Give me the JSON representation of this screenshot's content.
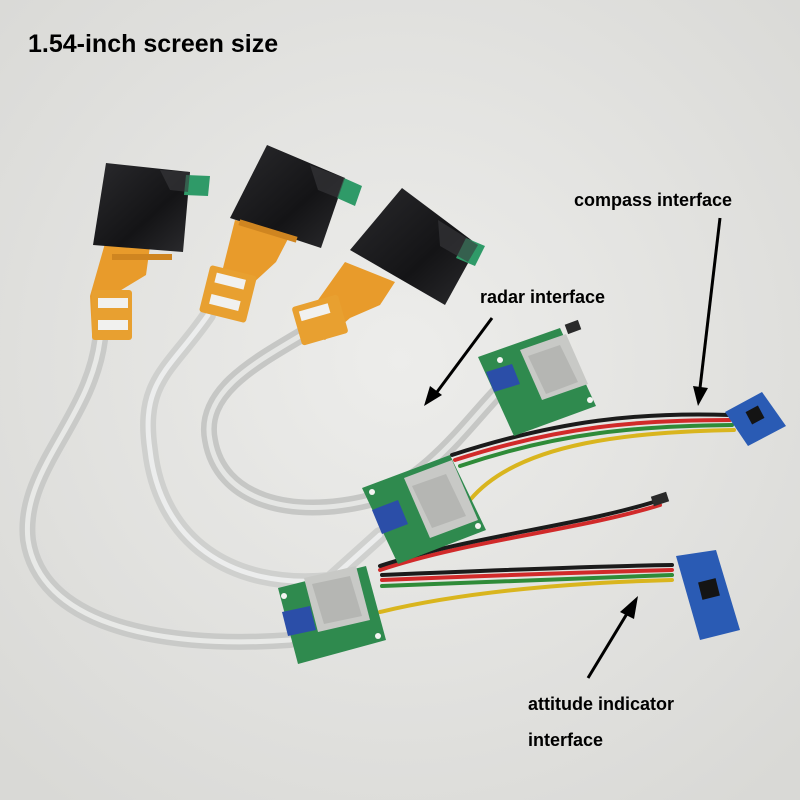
{
  "title": "1.54-inch screen size",
  "labels": {
    "compass": "compass interface",
    "radar": "radar interface",
    "attitude_line1": "attitude indicator",
    "attitude_line2": "interface"
  },
  "colors": {
    "background": "#e6e6e4",
    "pcb_green": "#2f8a4e",
    "flex_orange": "#e8a030",
    "screen_black": "#1c1c1e",
    "sensor_blue": "#2a5bb4"
  },
  "items": [
    {
      "name": "display-module",
      "count": 3
    },
    {
      "name": "controller-board",
      "count": 3
    },
    {
      "name": "compass-sensor",
      "count": 1
    },
    {
      "name": "attitude-sensor",
      "count": 1
    }
  ]
}
